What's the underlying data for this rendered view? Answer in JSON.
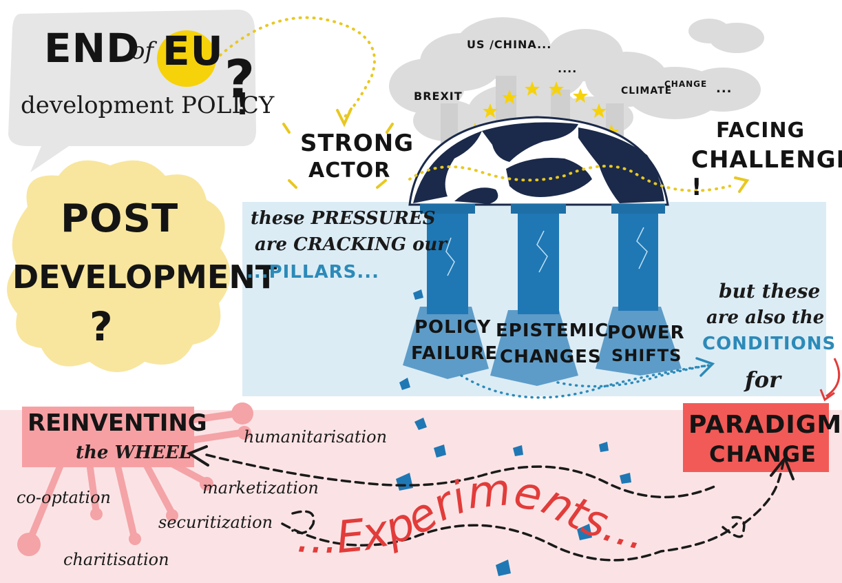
{
  "title": {
    "line1_pre": "END",
    "line1_of": "of",
    "line1_eu": "EU",
    "line2": "development POLICY",
    "qmark": "?",
    "excl": "!"
  },
  "post_development": {
    "line1": "POST",
    "line2": "DEVELOPMENT",
    "qmark": "?"
  },
  "strong_actor": {
    "line1": "STRONG",
    "line2": "ACTOR"
  },
  "facing": {
    "line1": "FACING",
    "line2": "CHALLENGES !"
  },
  "clouds": {
    "us_china": "US /CHINA...",
    "brexit": "BREXIT",
    "dots": "....",
    "climate": "CLIMATE",
    "change": "CHANGE",
    "ellipsis": "..."
  },
  "pressures": {
    "line1": "these PRESSURES",
    "line2": "are CRACKING our",
    "line3": "...PILLARS..."
  },
  "pillars": [
    {
      "line1": "POLICY",
      "line2": "FAILURE"
    },
    {
      "line1": "EPISTEMIC",
      "line2": "CHANGES"
    },
    {
      "line1": "POWER",
      "line2": "SHIFTS"
    }
  ],
  "conditions": {
    "line1": "but these",
    "line2": "are also the",
    "line3": "CONDITIONS",
    "line4": "for"
  },
  "paradigm": {
    "line1": "PARADIGM",
    "line2": "CHANGE"
  },
  "reinventing": {
    "line1": "REINVENTING",
    "line2": "the WHEEL"
  },
  "spokes": {
    "humanitarisation": "humanitarisation",
    "marketization": "marketization",
    "co_optation": "co-optation",
    "securitization": "securitization",
    "charitisation": "charitisation"
  },
  "experiments": "...Experiments...",
  "colors": {
    "yellow_cloud": "#f8e69e",
    "grey_bubble": "#e6e6e6",
    "light_blue": "#dcecf5",
    "pink_band": "#fbe3e5",
    "pillar_blue": "#1f78b4",
    "red_box": "#f25a57",
    "pink_box": "#f7a0a4",
    "dotted_yellow": "#e8c820",
    "dotted_blue": "#2c8ab8",
    "experiments_red": "#e23c3a"
  }
}
